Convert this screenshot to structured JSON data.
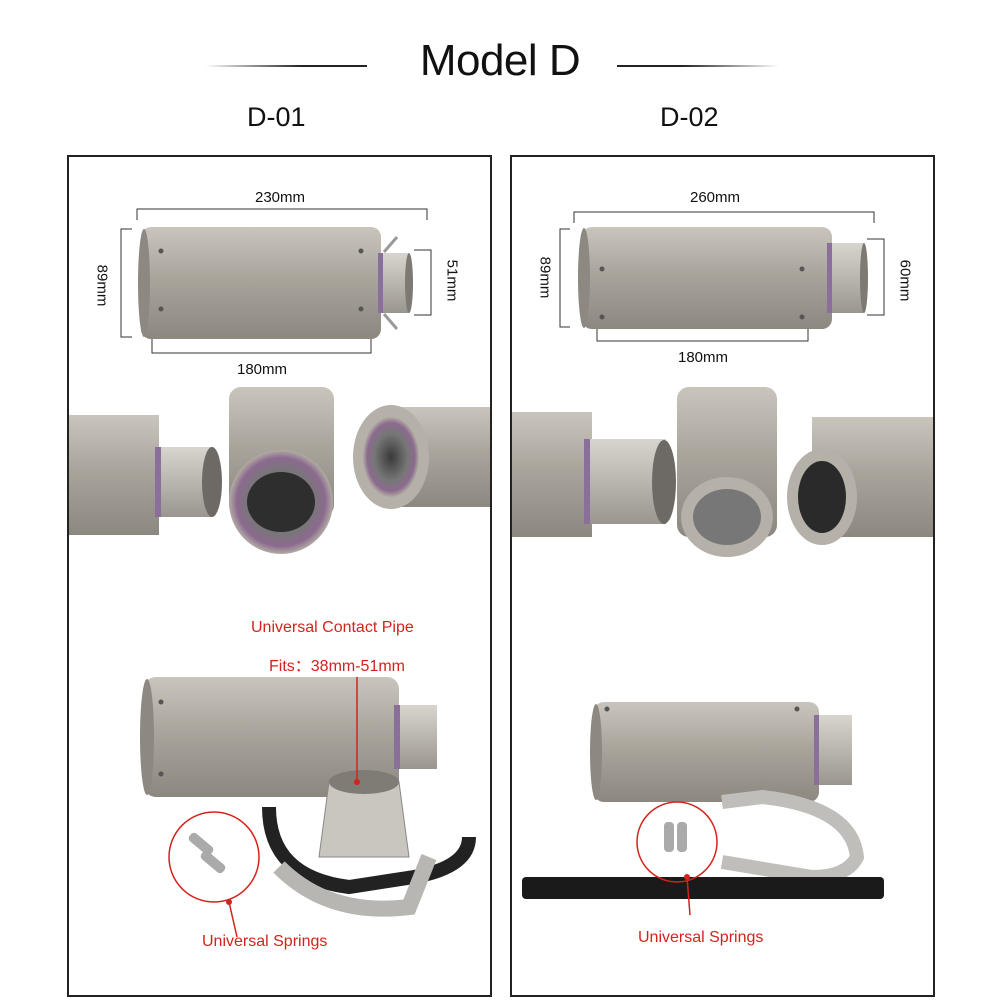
{
  "header": {
    "title": "Model D"
  },
  "models": [
    {
      "label": "D-01",
      "dims": {
        "total_length": "230mm",
        "body_length": "180mm",
        "diameter": "89mm",
        "inlet": "51mm"
      },
      "callouts": {
        "pipe_title": "Universal Contact Pipe",
        "pipe_fits": "Fits：38mm-51mm",
        "springs": "Universal Springs"
      }
    },
    {
      "label": "D-02",
      "dims": {
        "total_length": "260mm",
        "body_length": "180mm",
        "diameter": "89mm",
        "inlet": "60mm"
      },
      "callouts": {
        "springs": "Universal Springs"
      }
    }
  ],
  "colors": {
    "accent_red": "#d4231c",
    "metal": "#a6a198",
    "frame": "#222222"
  }
}
